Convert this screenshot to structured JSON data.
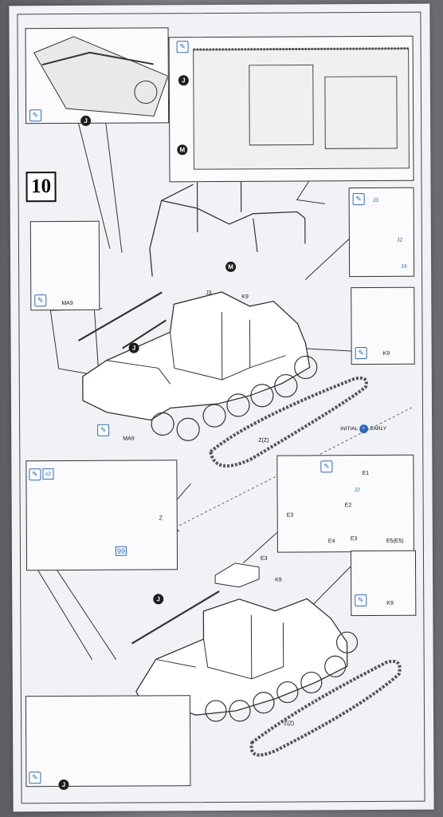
{
  "step_number": "10",
  "badges": {
    "J": "J",
    "M": "M"
  },
  "icons": {
    "glue": "glue-brush-icon",
    "quantity": "x2"
  },
  "variant_label": {
    "initial": "INITIAL",
    "early": "EARLY"
  },
  "part_labels": {
    "J3": "J3",
    "J2": "J2",
    "J4": "J4",
    "K9": "K9",
    "MA9": "MA9",
    "ZZ": "Z(Z)",
    "Z": "Z",
    "E1": "E1",
    "E2": "E2",
    "E3": "E3",
    "E4": "E4",
    "E5": "E5(E5)"
  },
  "track_link_count": "99"
}
